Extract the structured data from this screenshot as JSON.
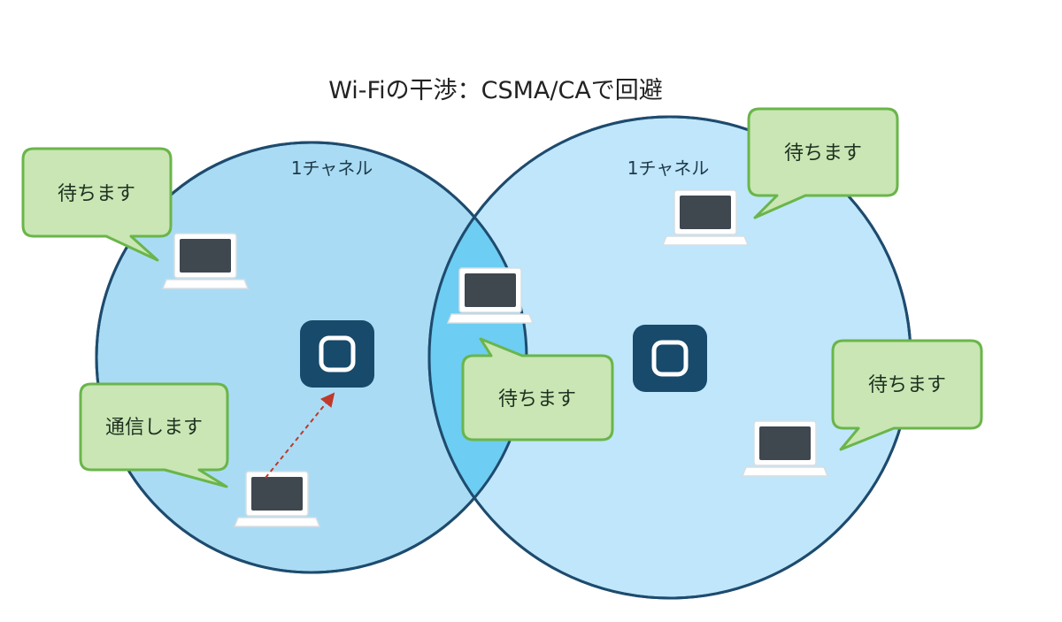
{
  "title": "Wi-Fiの干渉：CSMA/CAで回避",
  "cells": {
    "left": {
      "label": "1チャネル"
    },
    "right": {
      "label": "1チャネル"
    }
  },
  "bubbles": {
    "wait_top_left": "待ちます",
    "send_bottom_left": "通信します",
    "wait_center": "待ちます",
    "wait_top_right": "待ちます",
    "wait_right": "待ちます"
  },
  "colors": {
    "left_cell_fill": "#a9dcf4",
    "right_cell_fill": "#bfe6fa",
    "overlap_fill": "#6dcdf2",
    "cell_stroke": "#1e4b6e",
    "access_point": "#174a6b",
    "bubble_fill": "#c9e6b4",
    "bubble_stroke": "#6ab54a",
    "arrow": "#c0392b"
  },
  "icons": {
    "access_point": "access-point-icon",
    "client": "laptop-icon"
  }
}
